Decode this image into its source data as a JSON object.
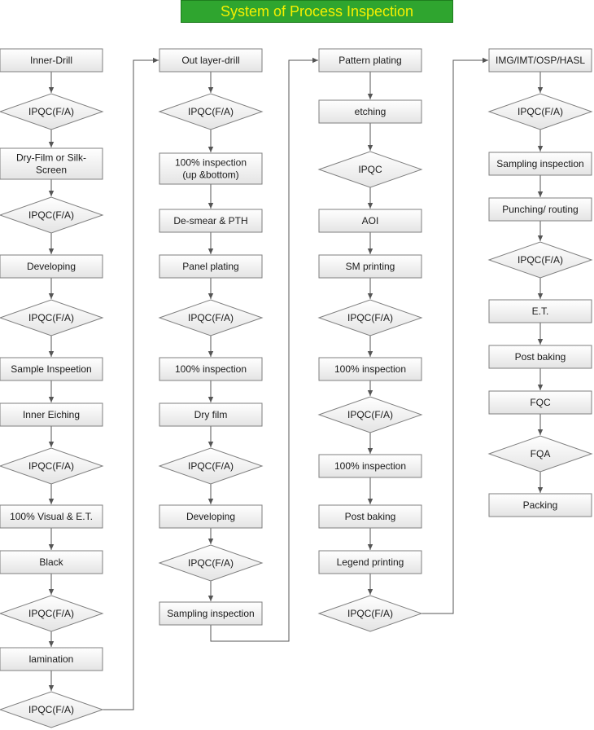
{
  "title": "System of Process Inspection",
  "colors": {
    "title_bg": "#2fa52f",
    "title_text": "#f5f000",
    "node_border": "#7f7f7f",
    "connector": "#555555"
  },
  "columns": [
    {
      "nodes": [
        {
          "shape": "rect",
          "lines": [
            "Inner-Drill"
          ]
        },
        {
          "shape": "diamond",
          "lines": [
            "IPQC(F/A)"
          ]
        },
        {
          "shape": "rect",
          "lines": [
            "Dry-Film or Silk-",
            "Screen"
          ]
        },
        {
          "shape": "diamond",
          "lines": [
            "IPQC(F/A)"
          ]
        },
        {
          "shape": "rect",
          "lines": [
            "Developing"
          ]
        },
        {
          "shape": "diamond",
          "lines": [
            "IPQC(F/A)"
          ]
        },
        {
          "shape": "rect",
          "lines": [
            "Sample Inspeetion"
          ]
        },
        {
          "shape": "rect",
          "lines": [
            "Inner Eiching"
          ]
        },
        {
          "shape": "diamond",
          "lines": [
            "IPQC(F/A)"
          ]
        },
        {
          "shape": "rect",
          "lines": [
            "100% Visual & E.T."
          ]
        },
        {
          "shape": "rect",
          "lines": [
            "Black"
          ]
        },
        {
          "shape": "diamond",
          "lines": [
            "IPQC(F/A)"
          ]
        },
        {
          "shape": "rect",
          "lines": [
            "lamination"
          ]
        },
        {
          "shape": "diamond",
          "lines": [
            "IPQC(F/A)"
          ]
        }
      ]
    },
    {
      "nodes": [
        {
          "shape": "rect",
          "lines": [
            "Out layer-drill"
          ]
        },
        {
          "shape": "diamond",
          "lines": [
            "IPQC(F/A)"
          ]
        },
        {
          "shape": "rect",
          "lines": [
            "100% inspection",
            "(up &bottom)"
          ]
        },
        {
          "shape": "rect",
          "lines": [
            "De-smear & PTH"
          ]
        },
        {
          "shape": "rect",
          "lines": [
            "Panel plating"
          ]
        },
        {
          "shape": "diamond",
          "lines": [
            "IPQC(F/A)"
          ]
        },
        {
          "shape": "rect",
          "lines": [
            "100% inspection"
          ]
        },
        {
          "shape": "rect",
          "lines": [
            "Dry film"
          ]
        },
        {
          "shape": "diamond",
          "lines": [
            "IPQC(F/A)"
          ]
        },
        {
          "shape": "rect",
          "lines": [
            "Developing"
          ]
        },
        {
          "shape": "diamond",
          "lines": [
            "IPQC(F/A)"
          ]
        },
        {
          "shape": "rect",
          "lines": [
            "Sampling inspection"
          ]
        }
      ]
    },
    {
      "nodes": [
        {
          "shape": "rect",
          "lines": [
            "Pattern plating"
          ]
        },
        {
          "shape": "rect",
          "lines": [
            "etching"
          ]
        },
        {
          "shape": "diamond",
          "lines": [
            "IPQC"
          ]
        },
        {
          "shape": "rect",
          "lines": [
            "AOI"
          ]
        },
        {
          "shape": "rect",
          "lines": [
            "SM printing"
          ]
        },
        {
          "shape": "diamond",
          "lines": [
            "IPQC(F/A)"
          ]
        },
        {
          "shape": "rect",
          "lines": [
            "100% inspection"
          ]
        },
        {
          "shape": "diamond",
          "lines": [
            "IPQC(F/A)"
          ]
        },
        {
          "shape": "rect",
          "lines": [
            "100% inspection"
          ]
        },
        {
          "shape": "rect",
          "lines": [
            "Post baking"
          ]
        },
        {
          "shape": "rect",
          "lines": [
            "Legend printing"
          ]
        },
        {
          "shape": "diamond",
          "lines": [
            "IPQC(F/A)"
          ]
        }
      ]
    },
    {
      "nodes": [
        {
          "shape": "rect",
          "lines": [
            "IMG/IMT/OSP/HASL"
          ]
        },
        {
          "shape": "diamond",
          "lines": [
            "IPQC(F/A)"
          ]
        },
        {
          "shape": "rect",
          "lines": [
            "Sampling inspection"
          ]
        },
        {
          "shape": "rect",
          "lines": [
            "Punching/ routing"
          ]
        },
        {
          "shape": "diamond",
          "lines": [
            "IPQC(F/A)"
          ]
        },
        {
          "shape": "rect",
          "lines": [
            "E.T."
          ]
        },
        {
          "shape": "rect",
          "lines": [
            "Post baking"
          ]
        },
        {
          "shape": "rect",
          "lines": [
            "FQC"
          ]
        },
        {
          "shape": "diamond",
          "lines": [
            "FQA"
          ]
        },
        {
          "shape": "rect",
          "lines": [
            "Packing"
          ]
        }
      ]
    }
  ]
}
